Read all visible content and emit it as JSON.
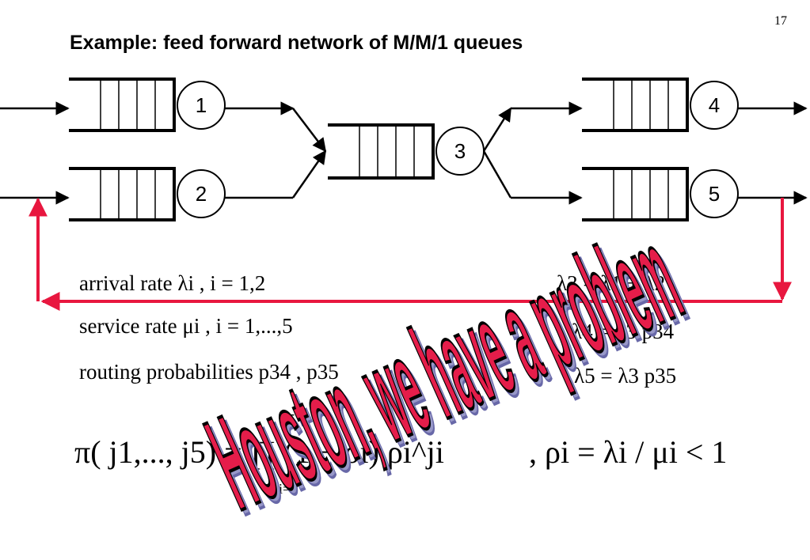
{
  "slide_number": "17",
  "title": "Example: feed forward network of M/M/1 queues",
  "queues": [
    "1",
    "2",
    "3",
    "4",
    "5"
  ],
  "equations": {
    "arrival": "arrival rate  λi , i = 1,2",
    "service": "service rate  μi , i = 1,...,5",
    "routing": "routing probabilities  p34 , p35",
    "lambda3": "λ3 = λ1 + λ2",
    "lambda4": "λ4 = λ3 p34",
    "lambda5": "λ5 = λ3 p35",
    "product_form": "π( j1,..., j5) = ∏ (1 − ρi) ρi^ji",
    "product_upper": "5",
    "product_lower": "i=1",
    "rho": ", ρi = λi / μi < 1"
  },
  "overlay_text": "Houston, we have a problem",
  "colors": {
    "feedback": "#e8173f",
    "overlay_fill": "#e51d4a",
    "overlay_shadow": "#9898c8"
  }
}
